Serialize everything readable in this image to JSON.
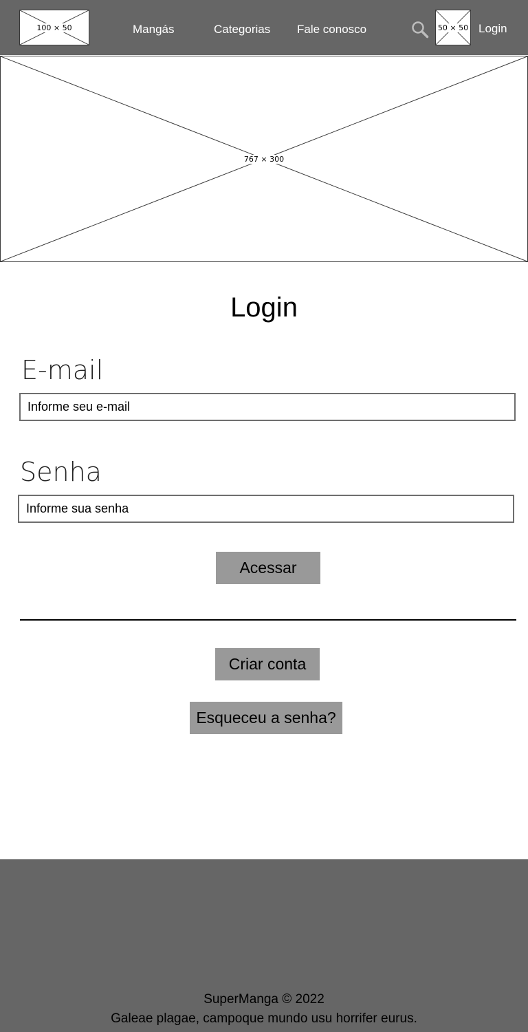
{
  "header": {
    "logo_placeholder": "100 × 50",
    "nav": [
      {
        "label": "Mangás"
      },
      {
        "label": "Categorias"
      },
      {
        "label": "Fale conosco"
      }
    ],
    "avatar_placeholder": "50 × 50",
    "login_link": "Login"
  },
  "banner": {
    "placeholder": "767 × 300"
  },
  "main": {
    "title": "Login",
    "email": {
      "label": "E-mail",
      "placeholder": "Informe seu e-mail"
    },
    "password": {
      "label": "Senha",
      "placeholder": "Informe sua senha"
    },
    "submit_label": "Acessar",
    "create_account_label": "Criar conta",
    "forgot_password_label": "Esqueceu a senha?"
  },
  "footer": {
    "copyright": "SuperManga © 2022",
    "tagline": "Galeae plagae, campoque mundo usu horrifer eurus."
  },
  "colors": {
    "header_bg": "#666666",
    "footer_bg": "#666666",
    "button_bg": "#999999"
  }
}
